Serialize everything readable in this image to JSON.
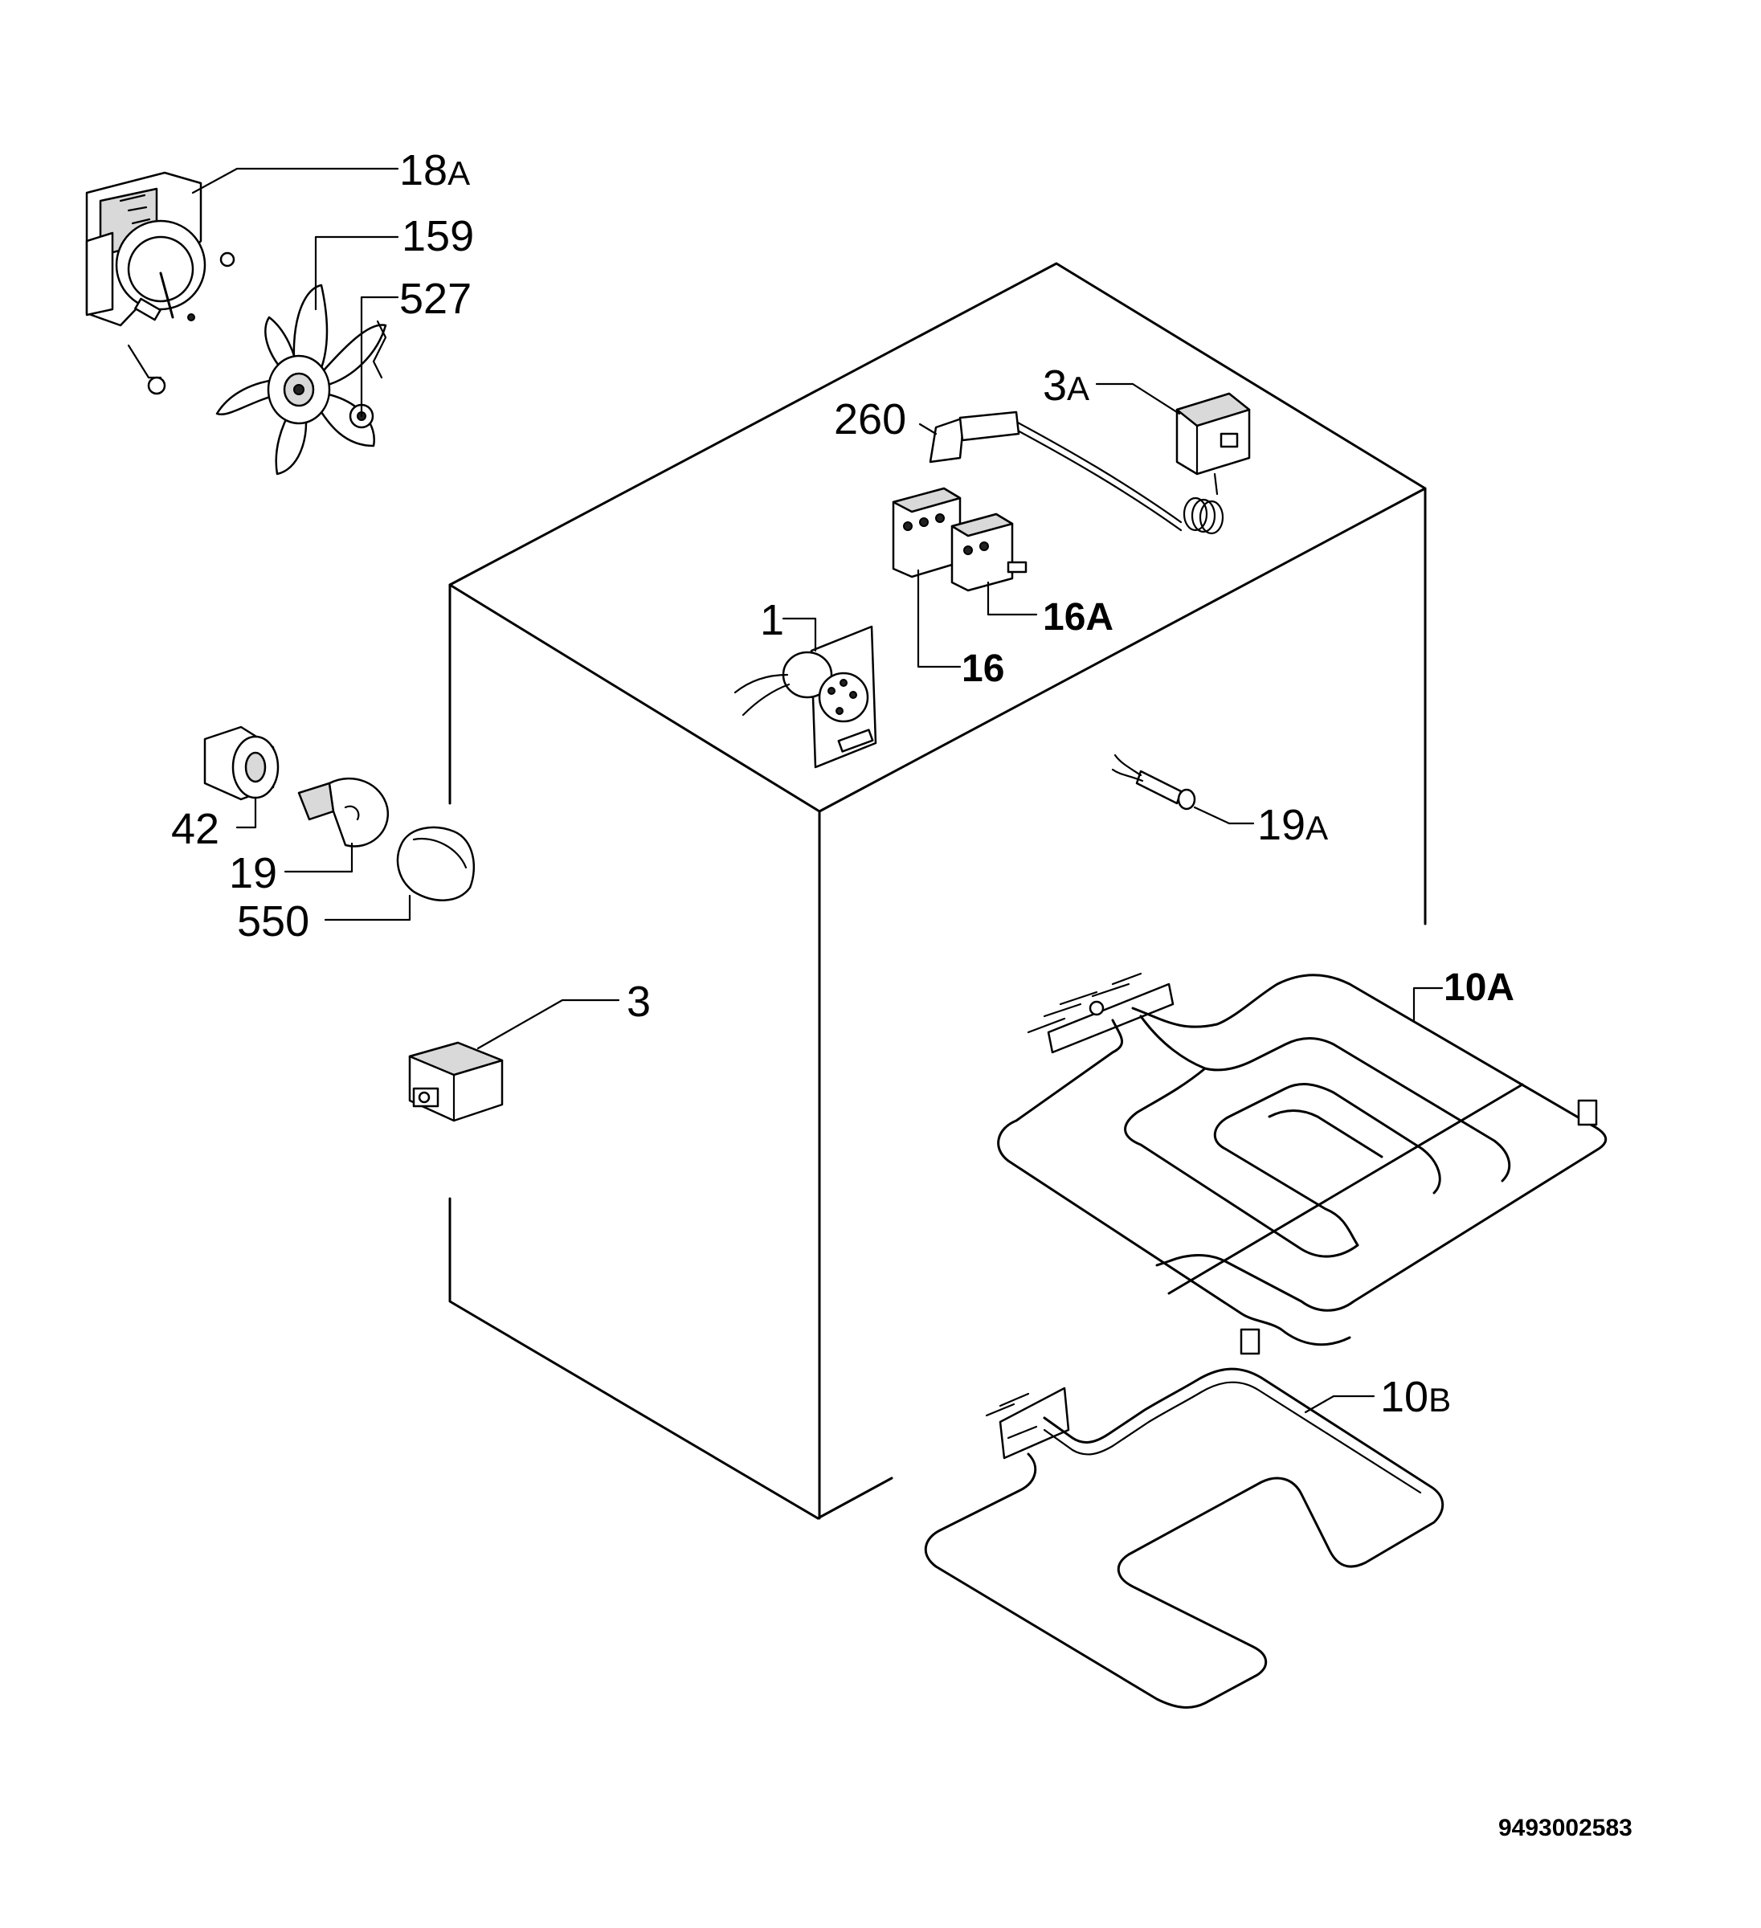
{
  "diagram": {
    "labels": {
      "l18a_num": "18",
      "l18a_sfx": "A",
      "l159": "159",
      "l527": "527",
      "l3a_num": "3",
      "l3a_sfx": "A",
      "l260": "260",
      "l16a": "16A",
      "l1": "1",
      "l16": "16",
      "l42": "42",
      "l19": "19",
      "l550": "550",
      "l19a_num": "19",
      "l19a_sfx": "A",
      "l3": "3",
      "l10a": "10A",
      "l10b_num": "10",
      "l10b_sfx": "B"
    },
    "drawing_code": "9493002583"
  }
}
